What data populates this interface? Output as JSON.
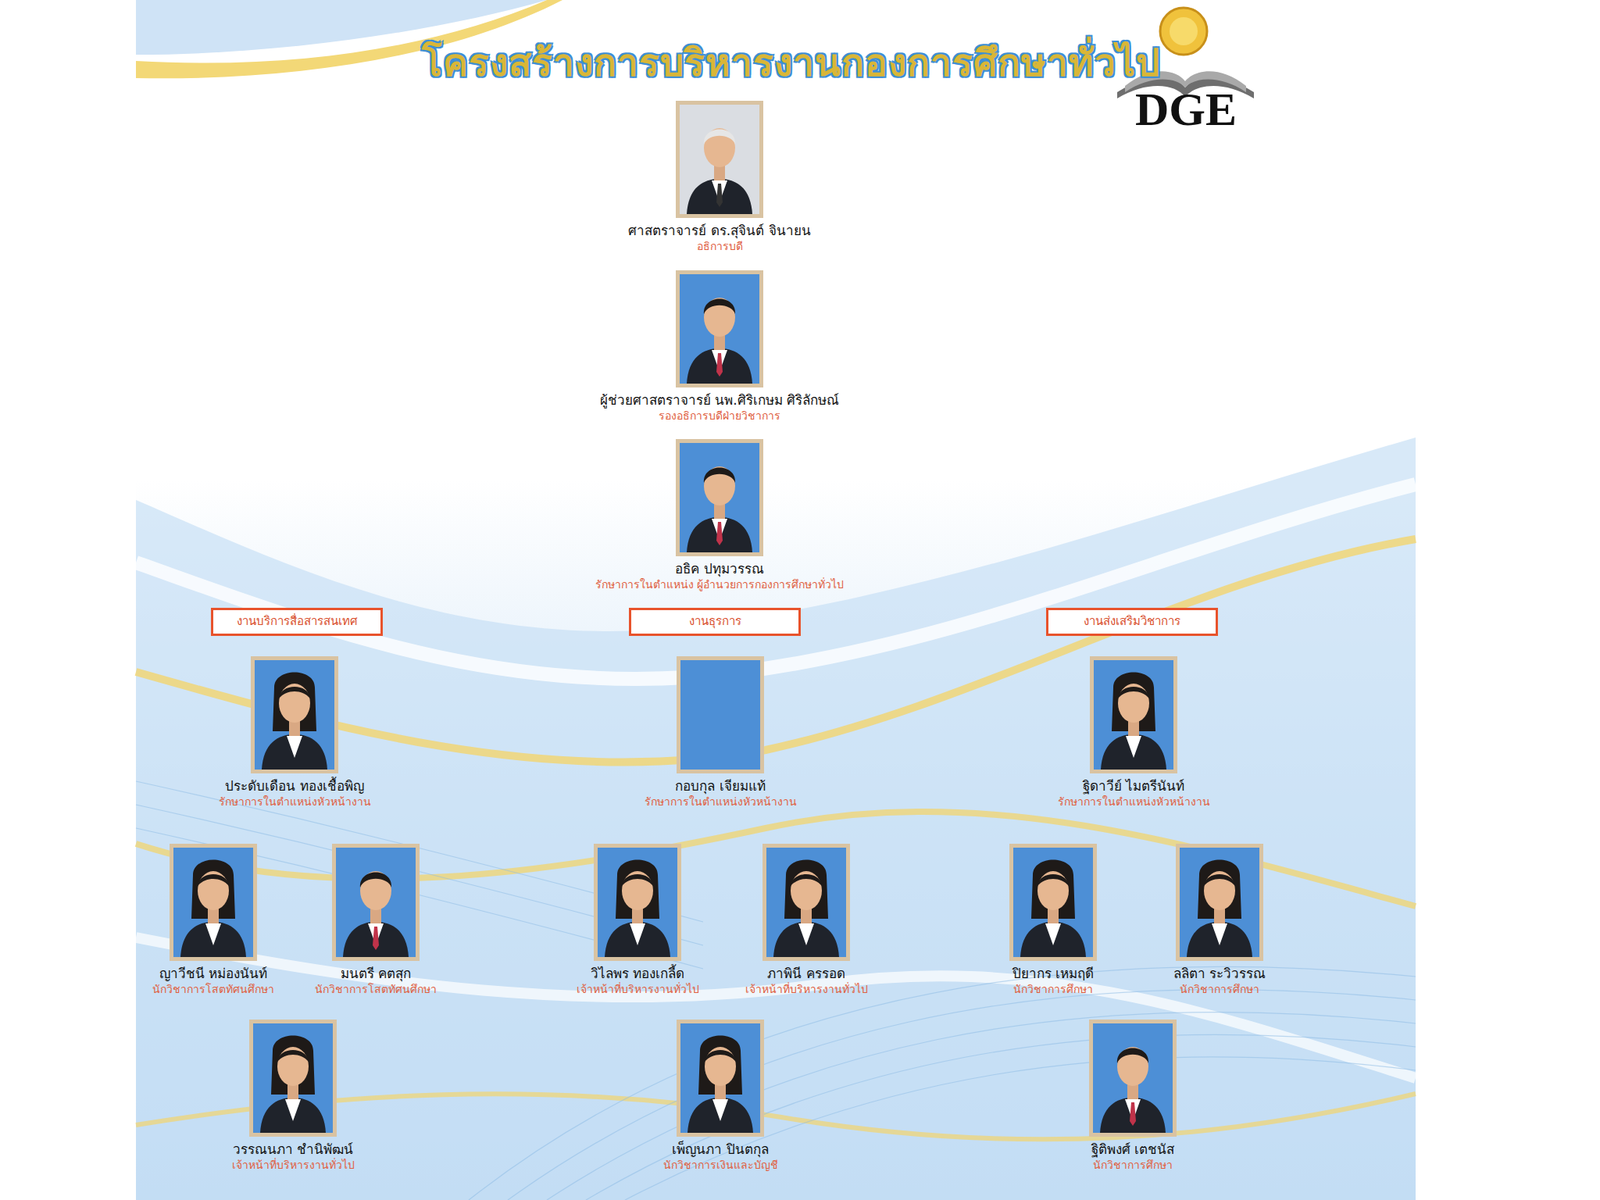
{
  "diagram": {
    "title": "โครงสร้างการบริหารงานกองการศึกษาทั่วไป",
    "nodes": [
      {
        "text": [
          "ศาสตราจารย์ ดร.สุจินต์ จินายน",
          "อธิการบดี"
        ]
      },
      {
        "text": [
          "ผู้ช่วยศาสตราจารย์ นพ.ศิริเกษม ศิริลักษณ์",
          "รองอธิการบดีฝ่ายวิชาการ"
        ]
      },
      {
        "text": [
          "อธิค ปทุมวรรณ",
          "รักษาการในตำแหน่ง ผู้อำนวยการกองการศึกษาทั่วไป"
        ]
      },
      {
        "text": [
          "งานบริการสื่อสารสนเทศ"
        ]
      },
      {
        "text": [
          "งานธุรการ"
        ]
      },
      {
        "text": [
          "งานส่งเสริมวิชาการ"
        ]
      },
      {
        "text": [
          "ประดับเดือน ทองเชื้อพิญ",
          "รักษาการในตำแหน่งหัวหน้างาน"
        ]
      },
      {
        "text": [
          "กอบกุล เจียมแท้",
          "รักษาการในตำแหน่งหัวหน้างาน"
        ]
      },
      {
        "text": [
          "ฐิดาวีย์ ไมตรีนันท์",
          "รักษาการในตำแหน่งหัวหน้างาน"
        ]
      },
      {
        "text": [
          "ญาวีชนี หม่องนันท์",
          "นักวิชาการโสตทัศนศึกษา"
        ]
      },
      {
        "text": [
          "มนตรี คตสุก",
          "นักวิชาการโสตทัศนศึกษา"
        ]
      },
      {
        "text": [
          "วิไลพร ทองเกลี้ด",
          "เจ้าหน้าที่บริหารงานทั่วไป"
        ]
      },
      {
        "text": [
          "ภาพินี ครรอด",
          "เจ้าหน้าที่บริหารงานทั่วไป"
        ]
      },
      {
        "text": [
          "ปิยากร เหมฤดี",
          "นักวิชาการศึกษา"
        ]
      },
      {
        "text": [
          "ลลิตา ระวิวรรณ",
          "นักวิชาการศึกษา"
        ]
      },
      {
        "text": [
          "วรรณนภา ชำนิพัฒน์",
          "เจ้าหน้าที่บริหารงานทั่วไป"
        ]
      },
      {
        "text": [
          "เพ็ญนภา ปินตกุล",
          "นักวิชาการเงินและบัญชี"
        ]
      },
      {
        "text": [
          "ฐิติพงศ์ เตชนัส",
          "นักวิชาการศึกษา"
        ]
      }
    ],
    "labels": [
      "DGE"
    ]
  }
}
